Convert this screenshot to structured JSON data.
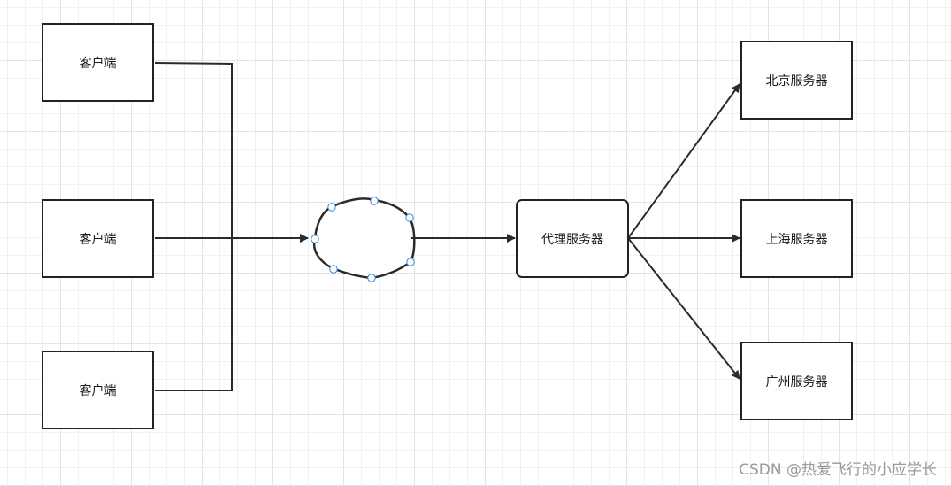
{
  "diagram": {
    "clients": [
      {
        "label": "客户端"
      },
      {
        "label": "客户端"
      },
      {
        "label": "客户端"
      }
    ],
    "proxy": {
      "label": "代理服务器"
    },
    "servers": [
      {
        "label": "北京服务器"
      },
      {
        "label": "上海服务器"
      },
      {
        "label": "广州服务器"
      }
    ]
  },
  "watermark": "CSDN @热爱飞行的小应学长",
  "colors": {
    "stroke": "#222222",
    "handle": "#3a86d4",
    "grid": "#e3e3e3"
  }
}
